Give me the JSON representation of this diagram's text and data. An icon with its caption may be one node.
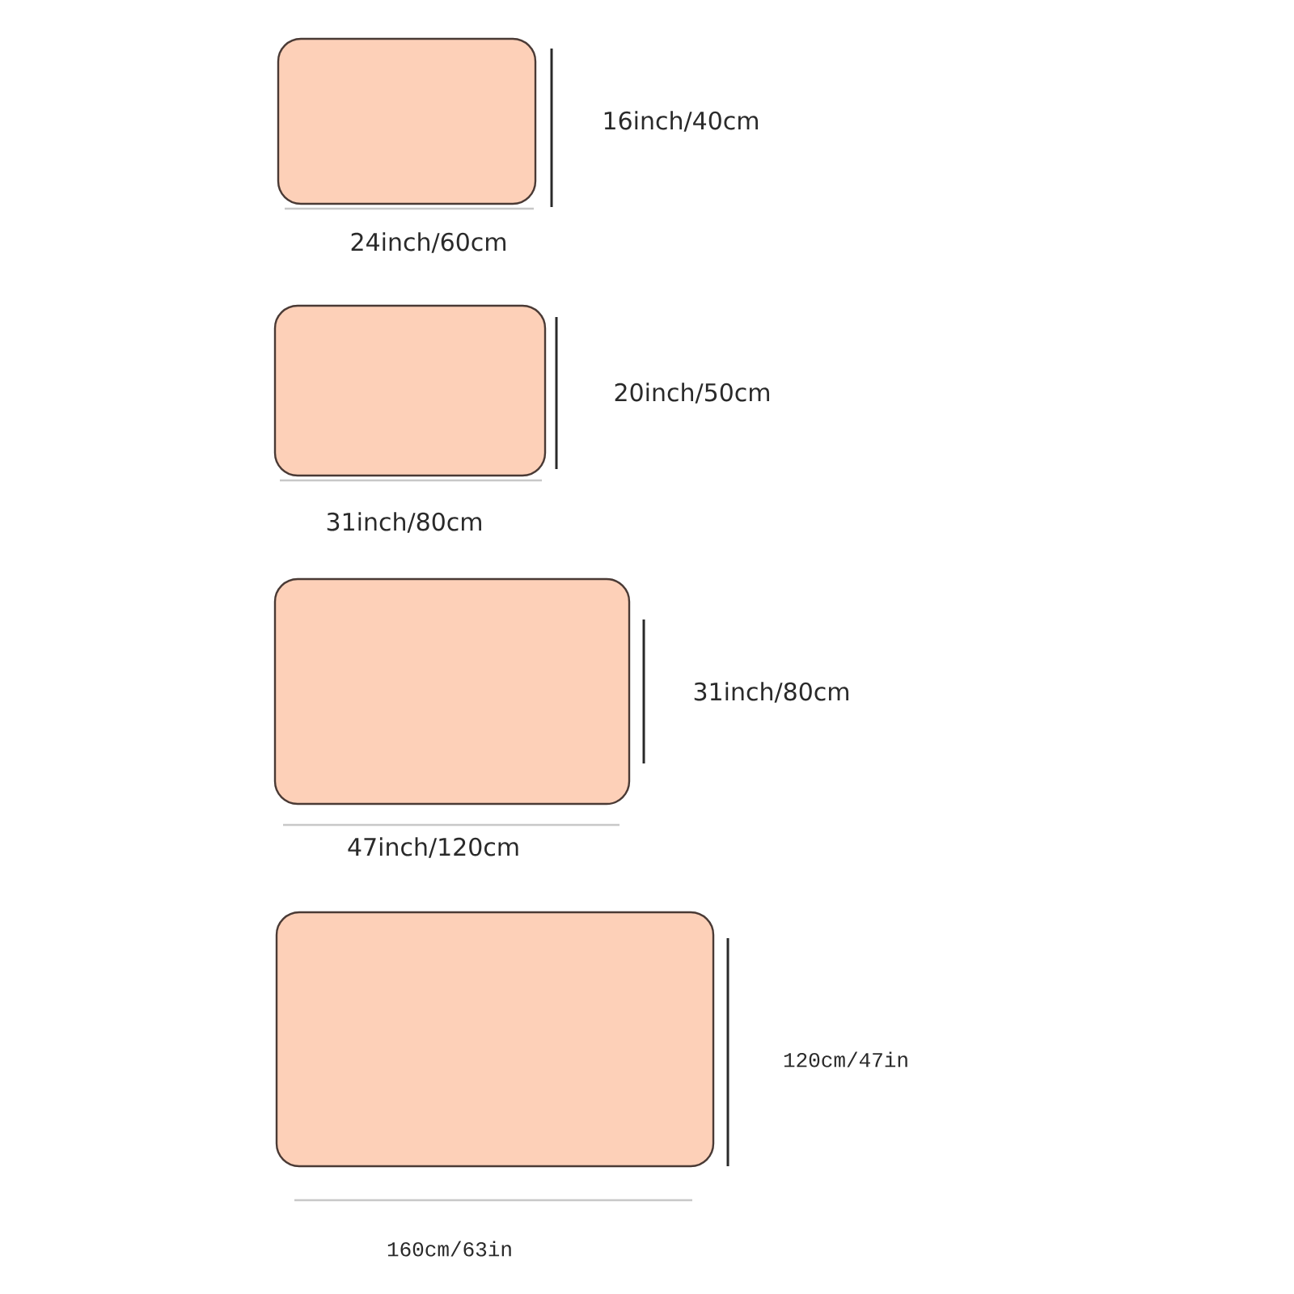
{
  "diagram": {
    "nodes": [
      {
        "text": [],
        "shape": "box"
      },
      {
        "text": [],
        "shape": "box"
      },
      {
        "text": [],
        "shape": "box"
      },
      {
        "text": [],
        "shape": "box"
      }
    ],
    "labels": [
      "16inch/40cm",
      "24inch/60cm",
      "20inch/50cm",
      "31inch/80cm",
      "31inch/80cm",
      "47inch/120cm",
      "120cm/47in",
      "160cm/63in"
    ]
  }
}
